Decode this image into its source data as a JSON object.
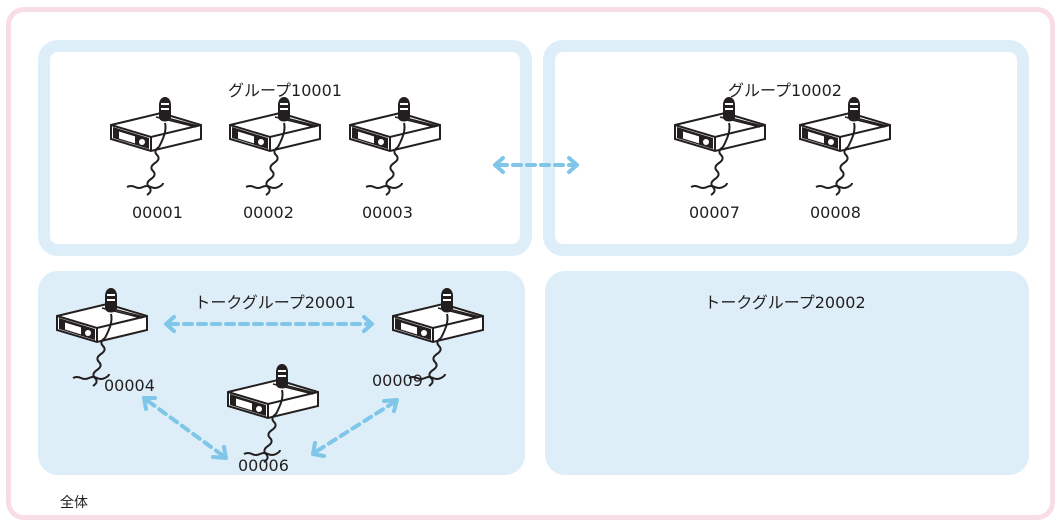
{
  "colors": {
    "outer_border": "#f9dde5",
    "group_border": "#ddeef8",
    "talkgroup_fill": "#ddeef8",
    "arrow": "#7fc6e8"
  },
  "overall_label": "全体",
  "groups": [
    {
      "title": "グループ10001",
      "radios": [
        "00001",
        "00002",
        "00003"
      ]
    },
    {
      "title": "グループ10002",
      "radios": [
        "00007",
        "00008"
      ]
    }
  ],
  "talkgroups": [
    {
      "title": "トークグループ20001",
      "radios": [
        "00004",
        "00006",
        "00009"
      ]
    },
    {
      "title": "トークグループ20002",
      "radios": []
    }
  ],
  "icons": [
    "radio-transceiver-icon",
    "double-arrow-icon"
  ]
}
